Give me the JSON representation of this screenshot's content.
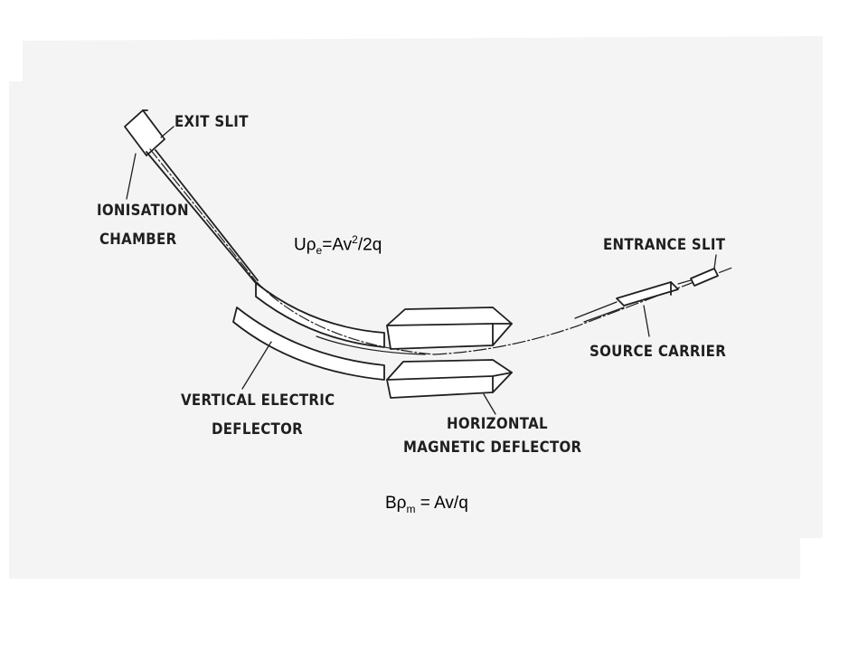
{
  "diagram": {
    "labels": {
      "exit_slit": "EXIT SLIT",
      "ionisation": "IONISATION",
      "chamber": "CHAMBER",
      "entrance_slit": "ENTRANCE SLIT",
      "source_carrier": "SOURCE CARRIER",
      "vertical_electric": "VERTICAL ELECTRIC",
      "deflector": "DEFLECTOR",
      "horizontal": "HORIZONTAL",
      "magnetic_deflector": "MAGNETIC DEFLECTOR"
    },
    "equations": {
      "electric": {
        "base": "Uρ",
        "sub": "e",
        "mid": "=Av",
        "sup": "2",
        "tail": "/2q"
      },
      "magnetic": {
        "base": "Bρ",
        "sub": "m",
        "tail": " = Av/q"
      }
    },
    "colors": {
      "paper": "#f4f4f4",
      "ink": "#1f1f1f",
      "background": "#ffffff"
    }
  }
}
